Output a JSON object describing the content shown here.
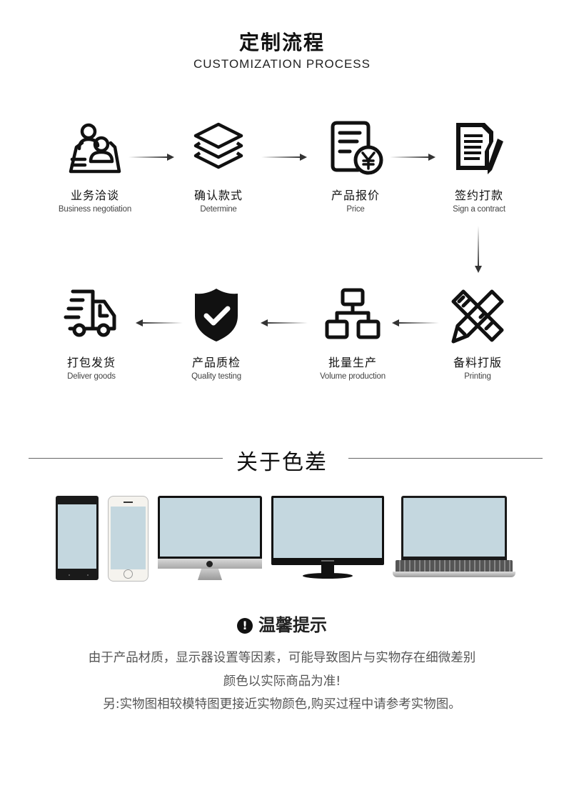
{
  "header": {
    "title_cn": "定制流程",
    "title_en": "CUSTOMIZATION PROCESS"
  },
  "process": {
    "steps": [
      {
        "cn": "业务洽谈",
        "en": "Business negotiation",
        "icon": "business-negotiation-icon"
      },
      {
        "cn": "确认款式",
        "en": "Determine",
        "icon": "layers-icon"
      },
      {
        "cn": "产品报价",
        "en": "Price",
        "icon": "price-quote-icon"
      },
      {
        "cn": "签约打款",
        "en": "Sign a contract",
        "icon": "contract-sign-icon"
      },
      {
        "cn": "备料打版",
        "en": "Printing",
        "icon": "pencil-ruler-icon"
      },
      {
        "cn": "批量生产",
        "en": "Volume production",
        "icon": "hierarchy-icon"
      },
      {
        "cn": "产品质检",
        "en": "Quality testing",
        "icon": "shield-check-icon"
      },
      {
        "cn": "打包发货",
        "en": "Deliver goods",
        "icon": "delivery-truck-icon"
      }
    ]
  },
  "color_diff": {
    "title": "关于色差",
    "devices": [
      "smartphone-black",
      "smartphone-white",
      "imac-monitor",
      "desktop-monitor",
      "laptop"
    ],
    "screen_color": "#c4d7df"
  },
  "tips": {
    "icon": "!",
    "title": "温馨提示",
    "lines": [
      "由于产品材质，显示器设置等因素，可能导致图片与实物存在细微差别",
      "颜色以实际商品为准!",
      "另:实物图相较模特图更接近实物颜色,购买过程中请参考实物图。"
    ]
  }
}
